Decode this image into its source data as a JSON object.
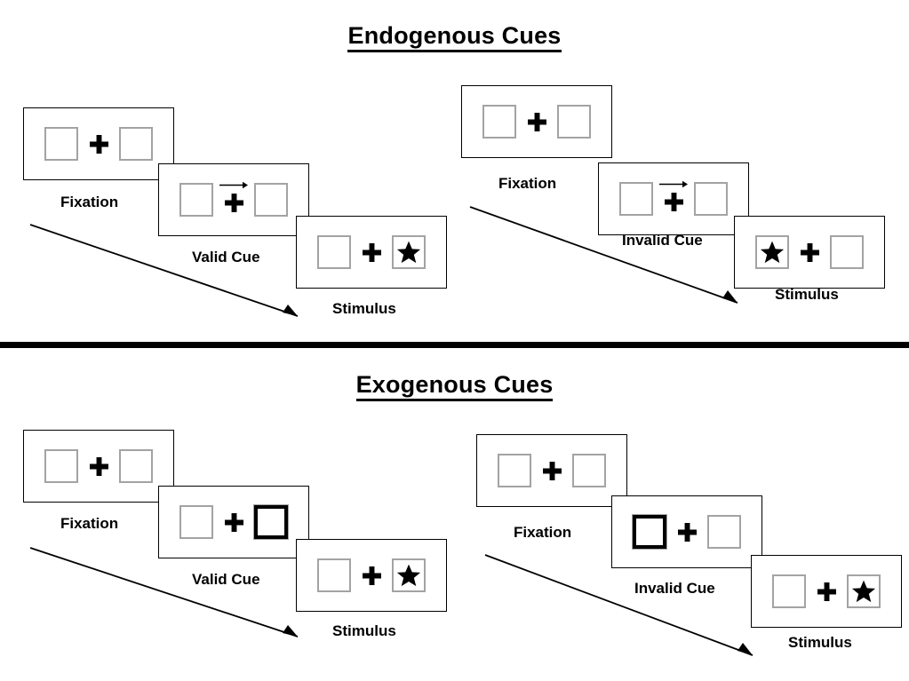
{
  "figure": {
    "title_endogenous": "Endogenous Cues",
    "title_exogenous": "Exogenous Cues",
    "colors": {
      "frame": "#000000",
      "box_border": "#a3a3a3",
      "cued_box_border": "#000000",
      "star": "#000000",
      "cross": "#000000",
      "divider": "#000000",
      "background": "#ffffff"
    },
    "icons": {
      "cross": "fixation-cross-icon",
      "star": "star-target-icon",
      "cue_arrow": "right-arrow-cue-icon",
      "time_arrow": "time-progression-arrow-icon"
    }
  },
  "sections": [
    {
      "id": "endogenous",
      "title": "Endogenous Cues",
      "groups": [
        {
          "id": "endogenous-valid",
          "panels": [
            {
              "id": "fixation",
              "caption": "Fixation",
              "cue": "none",
              "cued_side": "none",
              "target_side": "none"
            },
            {
              "id": "valid-cue",
              "caption": "Valid Cue",
              "cue": "arrow-right",
              "cued_side": "right",
              "target_side": "none"
            },
            {
              "id": "stimulus",
              "caption": "Stimulus",
              "cue": "none",
              "cued_side": "none",
              "target_side": "right"
            }
          ]
        },
        {
          "id": "endogenous-invalid",
          "panels": [
            {
              "id": "fixation",
              "caption": "Fixation",
              "cue": "none",
              "cued_side": "none",
              "target_side": "none"
            },
            {
              "id": "invalid-cue",
              "caption": "Invalid Cue",
              "cue": "arrow-right",
              "cued_side": "right",
              "target_side": "none"
            },
            {
              "id": "stimulus",
              "caption": "Stimulus",
              "cue": "none",
              "cued_side": "none",
              "target_side": "left"
            }
          ]
        }
      ]
    },
    {
      "id": "exogenous",
      "title": "Exogenous Cues",
      "groups": [
        {
          "id": "exogenous-valid",
          "panels": [
            {
              "id": "fixation",
              "caption": "Fixation",
              "cue": "none",
              "cued_side": "none",
              "target_side": "none"
            },
            {
              "id": "valid-cue",
              "caption": "Valid Cue",
              "cue": "box-highlight",
              "cued_side": "right",
              "target_side": "none"
            },
            {
              "id": "stimulus",
              "caption": "Stimulus",
              "cue": "none",
              "cued_side": "none",
              "target_side": "right"
            }
          ]
        },
        {
          "id": "exogenous-invalid",
          "panels": [
            {
              "id": "fixation",
              "caption": "Fixation",
              "cue": "none",
              "cued_side": "none",
              "target_side": "none"
            },
            {
              "id": "invalid-cue",
              "caption": "Invalid Cue",
              "cue": "box-highlight",
              "cued_side": "left",
              "target_side": "none"
            },
            {
              "id": "stimulus",
              "caption": "Stimulus",
              "cue": "none",
              "cued_side": "none",
              "target_side": "right"
            }
          ]
        }
      ]
    }
  ],
  "captions": {
    "fixation": "Fixation",
    "valid_cue": "Valid Cue",
    "invalid_cue": "Invalid Cue",
    "stimulus": "Stimulus"
  }
}
